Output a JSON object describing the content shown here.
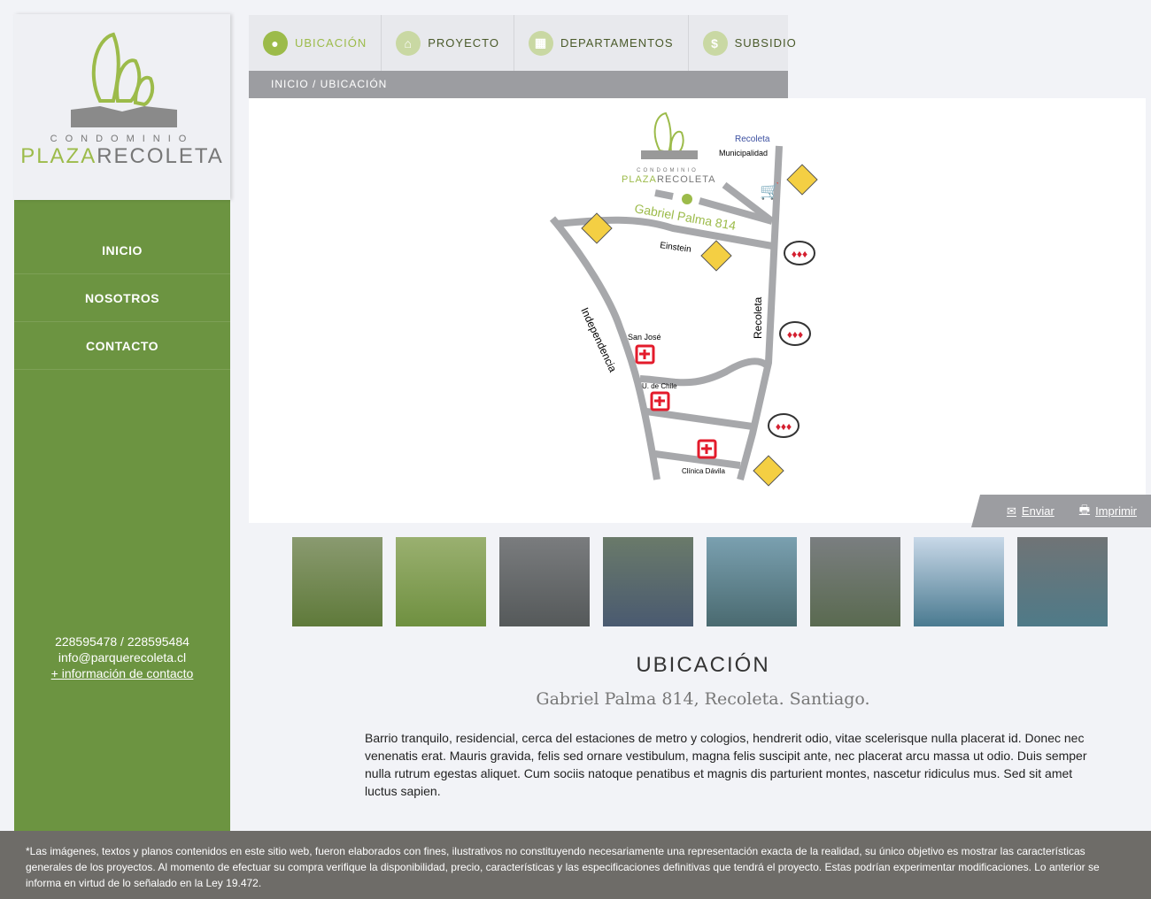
{
  "logo": {
    "cond": "CONDOMINIO",
    "name_a": "PLAZA",
    "name_b": "RECOLETA"
  },
  "sidebar": {
    "items": [
      {
        "label": "INICIO"
      },
      {
        "label": "NOSOTROS"
      },
      {
        "label": "CONTACTO"
      }
    ],
    "phones": "228595478 / 228595484",
    "email": "info@parquerecoleta.cl",
    "more": "+ información de contacto"
  },
  "tabs": [
    {
      "label": "UBICACIÓN",
      "icon": "pin-icon"
    },
    {
      "label": "PROYECTO",
      "icon": "home-icon"
    },
    {
      "label": "DEPARTAMENTOS",
      "icon": "building-icon"
    },
    {
      "label": "SUBSIDIO",
      "icon": "dollar-icon"
    }
  ],
  "breadcrumb": "INICIO / UBICACIÓN",
  "map": {
    "address": "Gabriel Palma 814",
    "einstein": "Einstein",
    "independencia": "Independencia",
    "recoleta": "Recoleta",
    "muni": "Municipalidad",
    "muni_logo": "Recoleta",
    "sanjose": "San José",
    "uchile": "U. de Chile",
    "davila": "Clínica Dávila",
    "logo_cond": "CONDOMINIO",
    "logo_a": "PLAZA",
    "logo_b": "RECOLETA"
  },
  "share": {
    "send": "Enviar",
    "print": "Imprimir"
  },
  "thumb_colors": [
    "#6f7f4a",
    "#7a9a48",
    "#6a6d6e",
    "#5a6a5a",
    "#5a7f8a",
    "#6b7170",
    "#7fa0b8",
    "#5f7a80"
  ],
  "content": {
    "title": "UBICACIÓN",
    "subtitle": "Gabriel Palma 814, Recoleta. Santiago.",
    "body": "Barrio tranquilo, residencial, cerca del estaciones de metro y cologios, hendrerit odio, vitae scelerisque nulla placerat id. Donec nec venenatis erat. Mauris gravida, felis sed ornare vestibulum, magna felis suscipit ante, nec placerat arcu massa ut odio. Duis semper nulla rutrum egestas aliquet. Cum sociis natoque penatibus et magnis dis parturient montes, nascetur ridiculus mus. Sed sit amet luctus sapien."
  },
  "footer": "*Las imágenes, textos y planos contenidos en este sitio web, fueron elaborados con fines, ilustrativos no constituyendo necesariamente una representación exacta de la realidad, su único objetivo es mostrar las características generales de los proyectos. Al momento de efectuar su compra verifique la disponibilidad, precio, características y las especificaciones definitivas que tendrá el proyecto. Estas podrían experimentar modificaciones. Lo anterior se informa en virtud de lo señalado en la Ley 19.472."
}
